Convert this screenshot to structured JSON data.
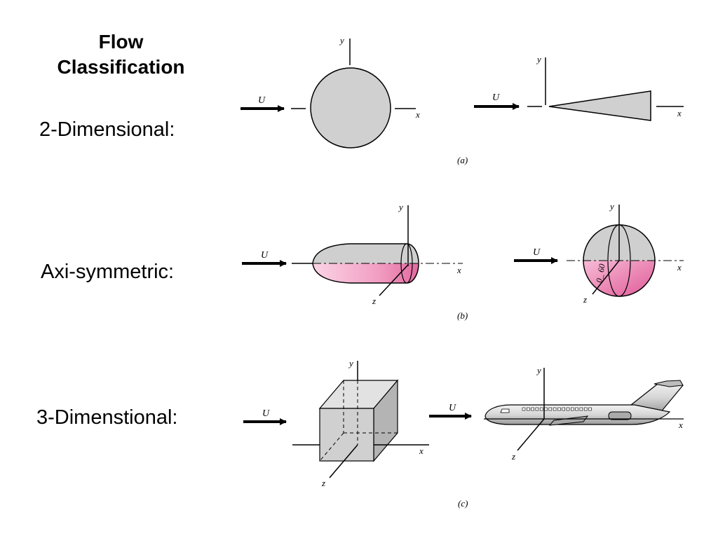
{
  "title": {
    "line1": "Flow",
    "line2": "Classification"
  },
  "rows": {
    "two_d": {
      "label": "2-Dimensional:",
      "caption": "(a)"
    },
    "axi": {
      "label": "Axi-symmetric:",
      "caption": "(b)",
      "angle_label": "0_ 60"
    },
    "three_d": {
      "label": "3-Dimenstional:",
      "caption": "(c)"
    }
  },
  "axes": {
    "x": "x",
    "y": "y",
    "z": "z",
    "flow": "U"
  },
  "colors": {
    "body_gray": "#d0d0d0",
    "pink": "#f4a6c8",
    "pink_deep": "#e5649e",
    "stroke": "#000000"
  },
  "icons": [
    "flow-arrow",
    "cylinder",
    "wedge",
    "bullet-body",
    "sphere",
    "box",
    "airplane"
  ]
}
